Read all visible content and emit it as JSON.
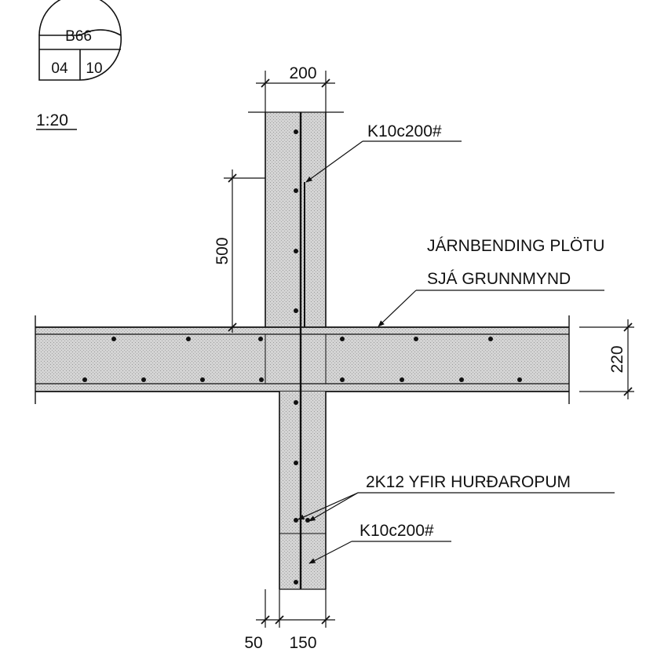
{
  "title_block": {
    "detail_no": "B66",
    "sheet_left": "04",
    "sheet_right": "10"
  },
  "scale": "1:20",
  "dimensions": {
    "wall_top_width": "200",
    "anchor_length": "500",
    "slab_thickness": "220",
    "bottom_offset": "50",
    "bottom_wall_width": "150"
  },
  "callouts": {
    "upper_wall_reinforcement": "K10c200#",
    "slab_reinforcement_line1": "JÁRNBENDING PLÖTU",
    "slab_reinforcement_line2": "SJÁ GRUNNMYND",
    "door_opening_bars": "2K12 YFIR HURÐAROPUM",
    "lower_wall_reinforcement": "K10c200#"
  },
  "colors": {
    "ink": "#111111",
    "concrete": "#d2d2d2",
    "paper": "#ffffff"
  }
}
